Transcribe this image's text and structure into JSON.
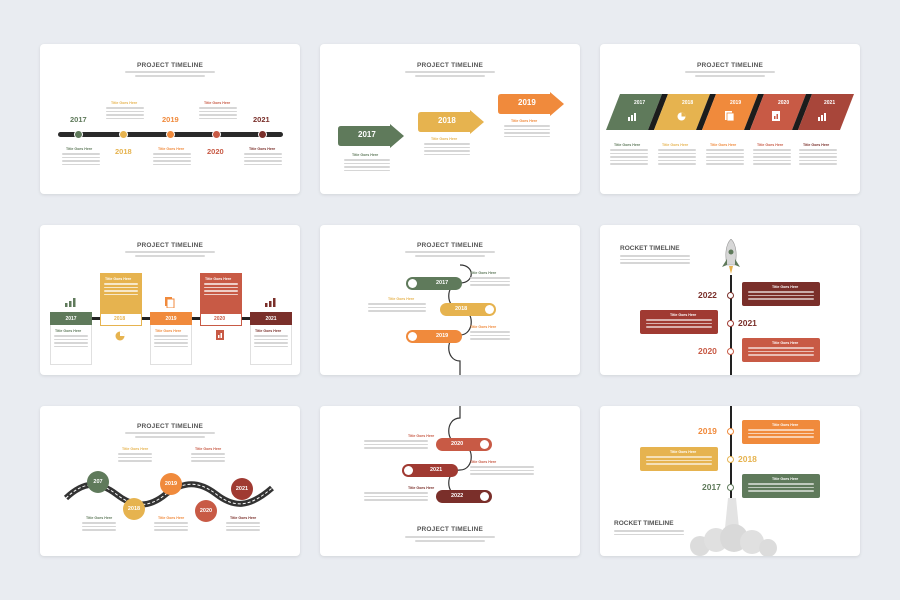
{
  "colors": {
    "green": "#5f7a5b",
    "yellow": "#e6b34f",
    "orange": "#f08a3c",
    "red": "#c85a45",
    "maroon": "#7a2f2a",
    "dark": "#222222"
  },
  "common": {
    "title_goes_here": "Title Goes Here"
  },
  "slides": [
    {
      "title": "PROJECT TIMELINE",
      "years": [
        "2017",
        "2018",
        "2019",
        "2020",
        "2021"
      ]
    },
    {
      "title": "PROJECT TIMELINE",
      "years": [
        "2017",
        "2018",
        "2019"
      ]
    },
    {
      "title": "PROJECT TIMELINE",
      "years": [
        "2017",
        "2018",
        "2019",
        "2020",
        "2021"
      ],
      "icons": [
        "chart-icon",
        "pie-icon",
        "document-icon",
        "report-icon",
        "bar-chart-icon"
      ]
    },
    {
      "title": "PROJECT TIMELINE",
      "years": [
        "2017",
        "2018",
        "2019",
        "2020",
        "2021"
      ]
    },
    {
      "title": "PROJECT TIMELINE",
      "years": [
        "2017",
        "2018",
        "2019"
      ]
    },
    {
      "title": "ROCKET TIMELINE",
      "years": [
        "2022",
        "2021",
        "2020"
      ]
    },
    {
      "title": "PROJECT TIMELINE",
      "years": [
        "207",
        "2018",
        "2019",
        "2020",
        "2021"
      ]
    },
    {
      "title": "PROJECT TIMELINE",
      "years": [
        "2020",
        "2021",
        "2022"
      ]
    },
    {
      "title": "ROCKET TIMELINE",
      "years": [
        "2019",
        "2018",
        "2017"
      ]
    }
  ]
}
